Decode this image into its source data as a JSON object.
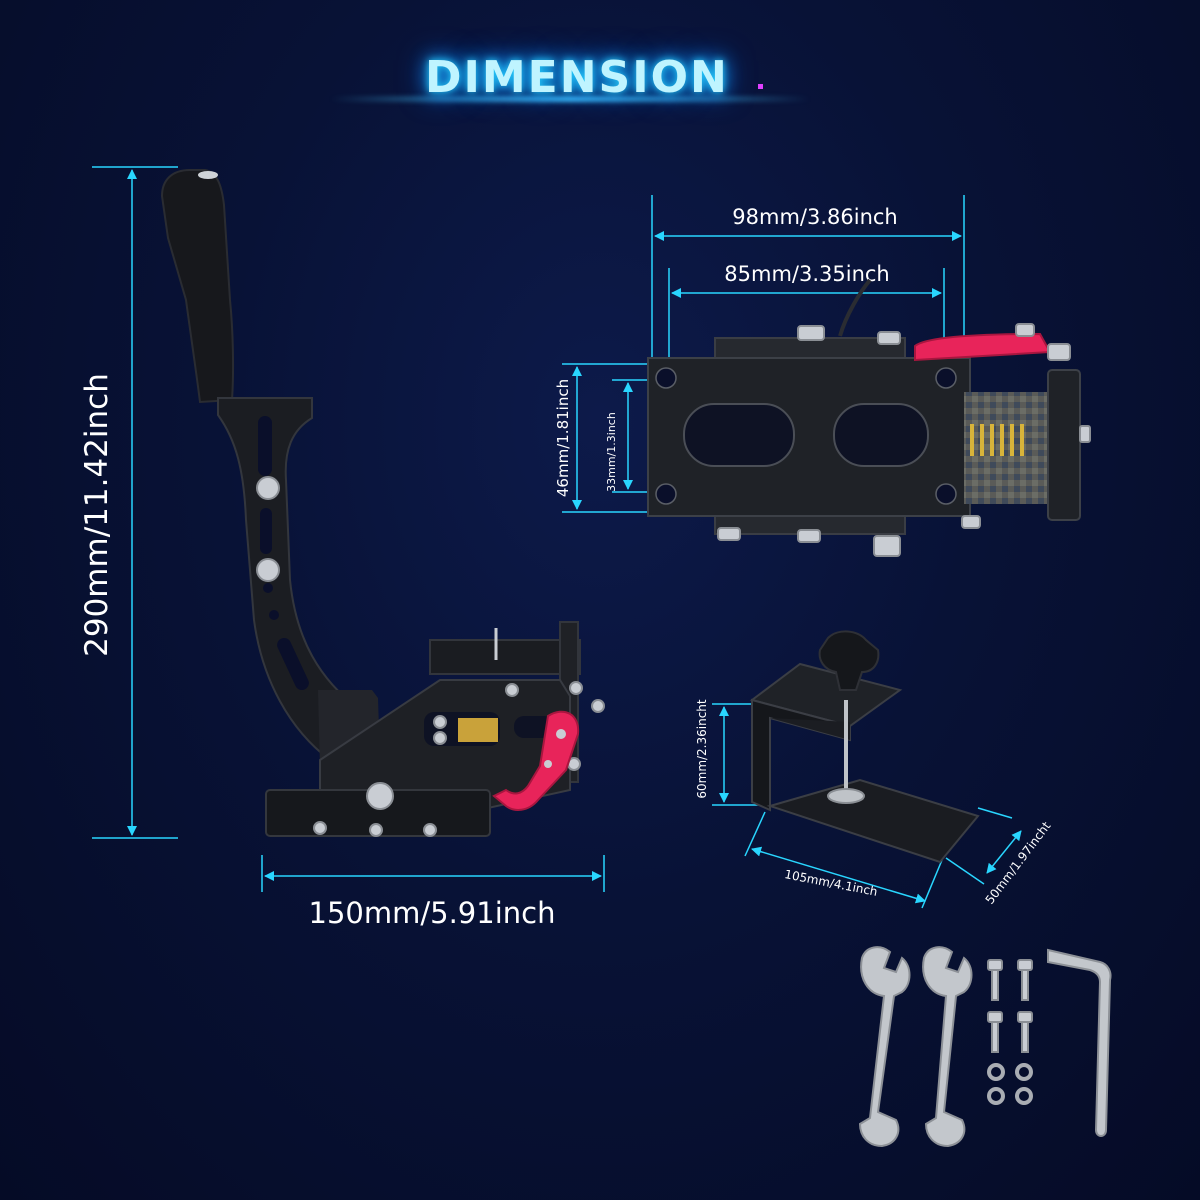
{
  "header": {
    "title": "DIMENSION"
  },
  "dimensions": {
    "height": "290mm/11.42inch",
    "base_width": "150mm/5.91inch",
    "top_outer_width": "98mm/3.86inch",
    "top_hole_spacing": "85mm/3.35inch",
    "side_outer_height": "46mm/1.81inch",
    "side_hole_spacing": "33mm/1.3inch",
    "clamp_height": "60mm/2.36incht",
    "clamp_length": "105mm/4.1inch",
    "clamp_width": "50mm/1.97incht"
  },
  "colors": {
    "background": "#071033",
    "dimension_line": "#29d6ff",
    "metal_body": "#1b1d22",
    "accent_red": "#e8245a",
    "spring": "#d8b43a"
  },
  "icons": {
    "handbrake": "handbrake-lever-image",
    "top_view": "handbrake-mechanism-image",
    "clamp": "table-clamp-image",
    "accessories": "wrench-screw-allen-key-image"
  }
}
